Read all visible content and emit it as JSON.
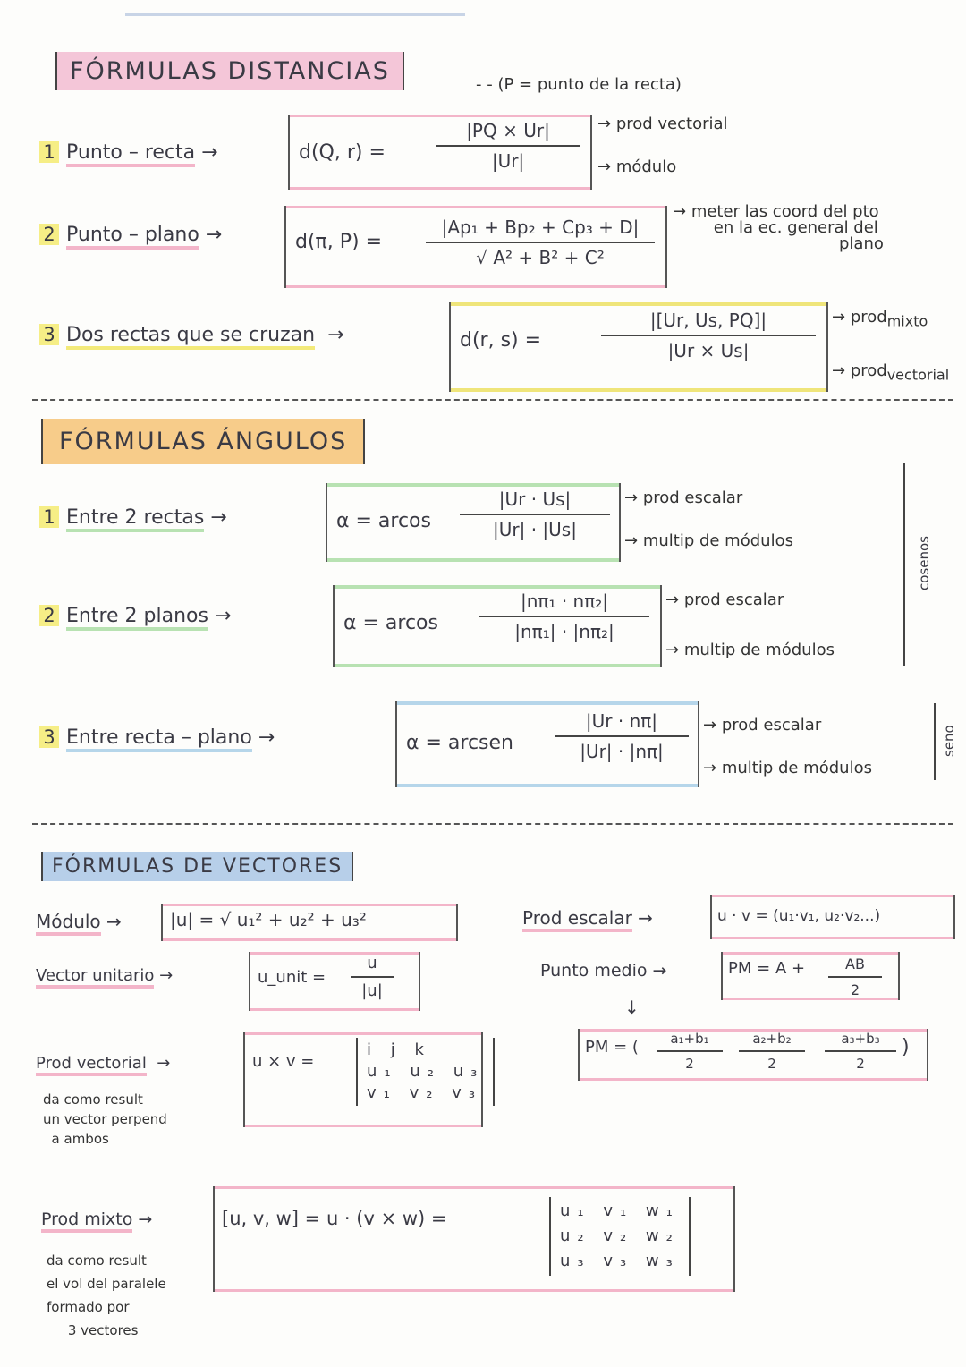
{
  "distances": {
    "title": "FÓRMULAS DISTANCIAS",
    "note_top": "(P = punto de la recta)",
    "items": [
      {
        "num": "1",
        "label": "Punto – recta",
        "lhs": "d(Q, r) =",
        "numerator": "|PQ × Ur|",
        "denominator": "|Ur|",
        "note1": "prod vectorial",
        "note2": "módulo"
      },
      {
        "num": "2",
        "label": "Punto – plano",
        "lhs": "d(π, P) =",
        "numerator": "|Ap₁ + Bp₂ + Cp₃ + D|",
        "denominator": "√ A² + B² + C²",
        "note1": "meter las coord del pto",
        "note2": "en la ec. general del",
        "note3": "plano"
      },
      {
        "num": "3",
        "label": "Dos rectas que se cruzan",
        "lhs": "d(r, s) =",
        "numerator": "|[Ur, Us, PQ]|",
        "denominator": "|Ur × Us|",
        "note1": "prod",
        "note1b": "mixto",
        "note2": "prod",
        "note2b": "vectorial"
      }
    ]
  },
  "angles": {
    "title": "FÓRMULAS ÁNGULOS",
    "items": [
      {
        "num": "1",
        "label": "Entre 2 rectas",
        "lhs": "α = arcos",
        "numerator": "|Ur · Us|",
        "denominator": "|Ur| · |Us|",
        "note1": "prod escalar",
        "note2": "multip de módulos"
      },
      {
        "num": "2",
        "label": "Entre 2 planos",
        "lhs": "α = arcos",
        "numerator": "|nπ₁ · nπ₂|",
        "denominator": "|nπ₁| · |nπ₂|",
        "note1": "prod escalar",
        "note2": "multip de módulos"
      },
      {
        "num": "3",
        "label": "Entre recta – plano",
        "lhs": "α = arcsen",
        "numerator": "|Ur · nπ|",
        "denominator": "|Ur| · |nπ|",
        "note1": "prod escalar",
        "note2": "multip de módulos"
      }
    ],
    "brace_cos": "cosenos",
    "brace_sen": "seno"
  },
  "vectors": {
    "title": "FÓRMULAS DE VECTORES",
    "modulo_label": "Módulo",
    "modulo_formula": "|u| = √ u₁² + u₂² + u₃²",
    "unit_label": "Vector unitario",
    "unit_lhs": "u_unit =",
    "unit_num": "u",
    "unit_den": "|u|",
    "cross_label": "Prod vectorial",
    "cross_note1": "da como result",
    "cross_note2": "un vector perpend",
    "cross_note3": "a ambos",
    "cross_lhs": "u × v =",
    "cross_rows": [
      "i j k",
      "u₁ u₂ u₃",
      "v₁ v₂ v₃"
    ],
    "dot_label": "Prod escalar",
    "dot_formula": "u · v = (u₁·v₁, u₂·v₂...)",
    "mid_label": "Punto medio",
    "mid_formula_lhs": "PM =",
    "mid_formula_a": "A +",
    "mid_formula_num": "AB",
    "mid_formula_den": "2",
    "mid_expanded_lhs": "PM = (",
    "mid_frac1_num": "a₁+b₁",
    "mid_frac1_den": "2",
    "mid_frac2_num": "a₂+b₂",
    "mid_frac2_den": "2",
    "mid_frac3_num": "a₃+b₃",
    "mid_frac3_den": "2",
    "mid_close": ")",
    "mixed_label": "Prod mixto",
    "mixed_note1": "da como result",
    "mixed_note2": "el vol del paralele",
    "mixed_note3": "formado por",
    "mixed_note4": "3 vectores",
    "mixed_formula": "[u, v, w] = u · (v × w) =",
    "mixed_rows": [
      "u₁ v₁ w₁",
      "u₂ v₂ w₂",
      "u₃ v₃ w₃"
    ]
  }
}
